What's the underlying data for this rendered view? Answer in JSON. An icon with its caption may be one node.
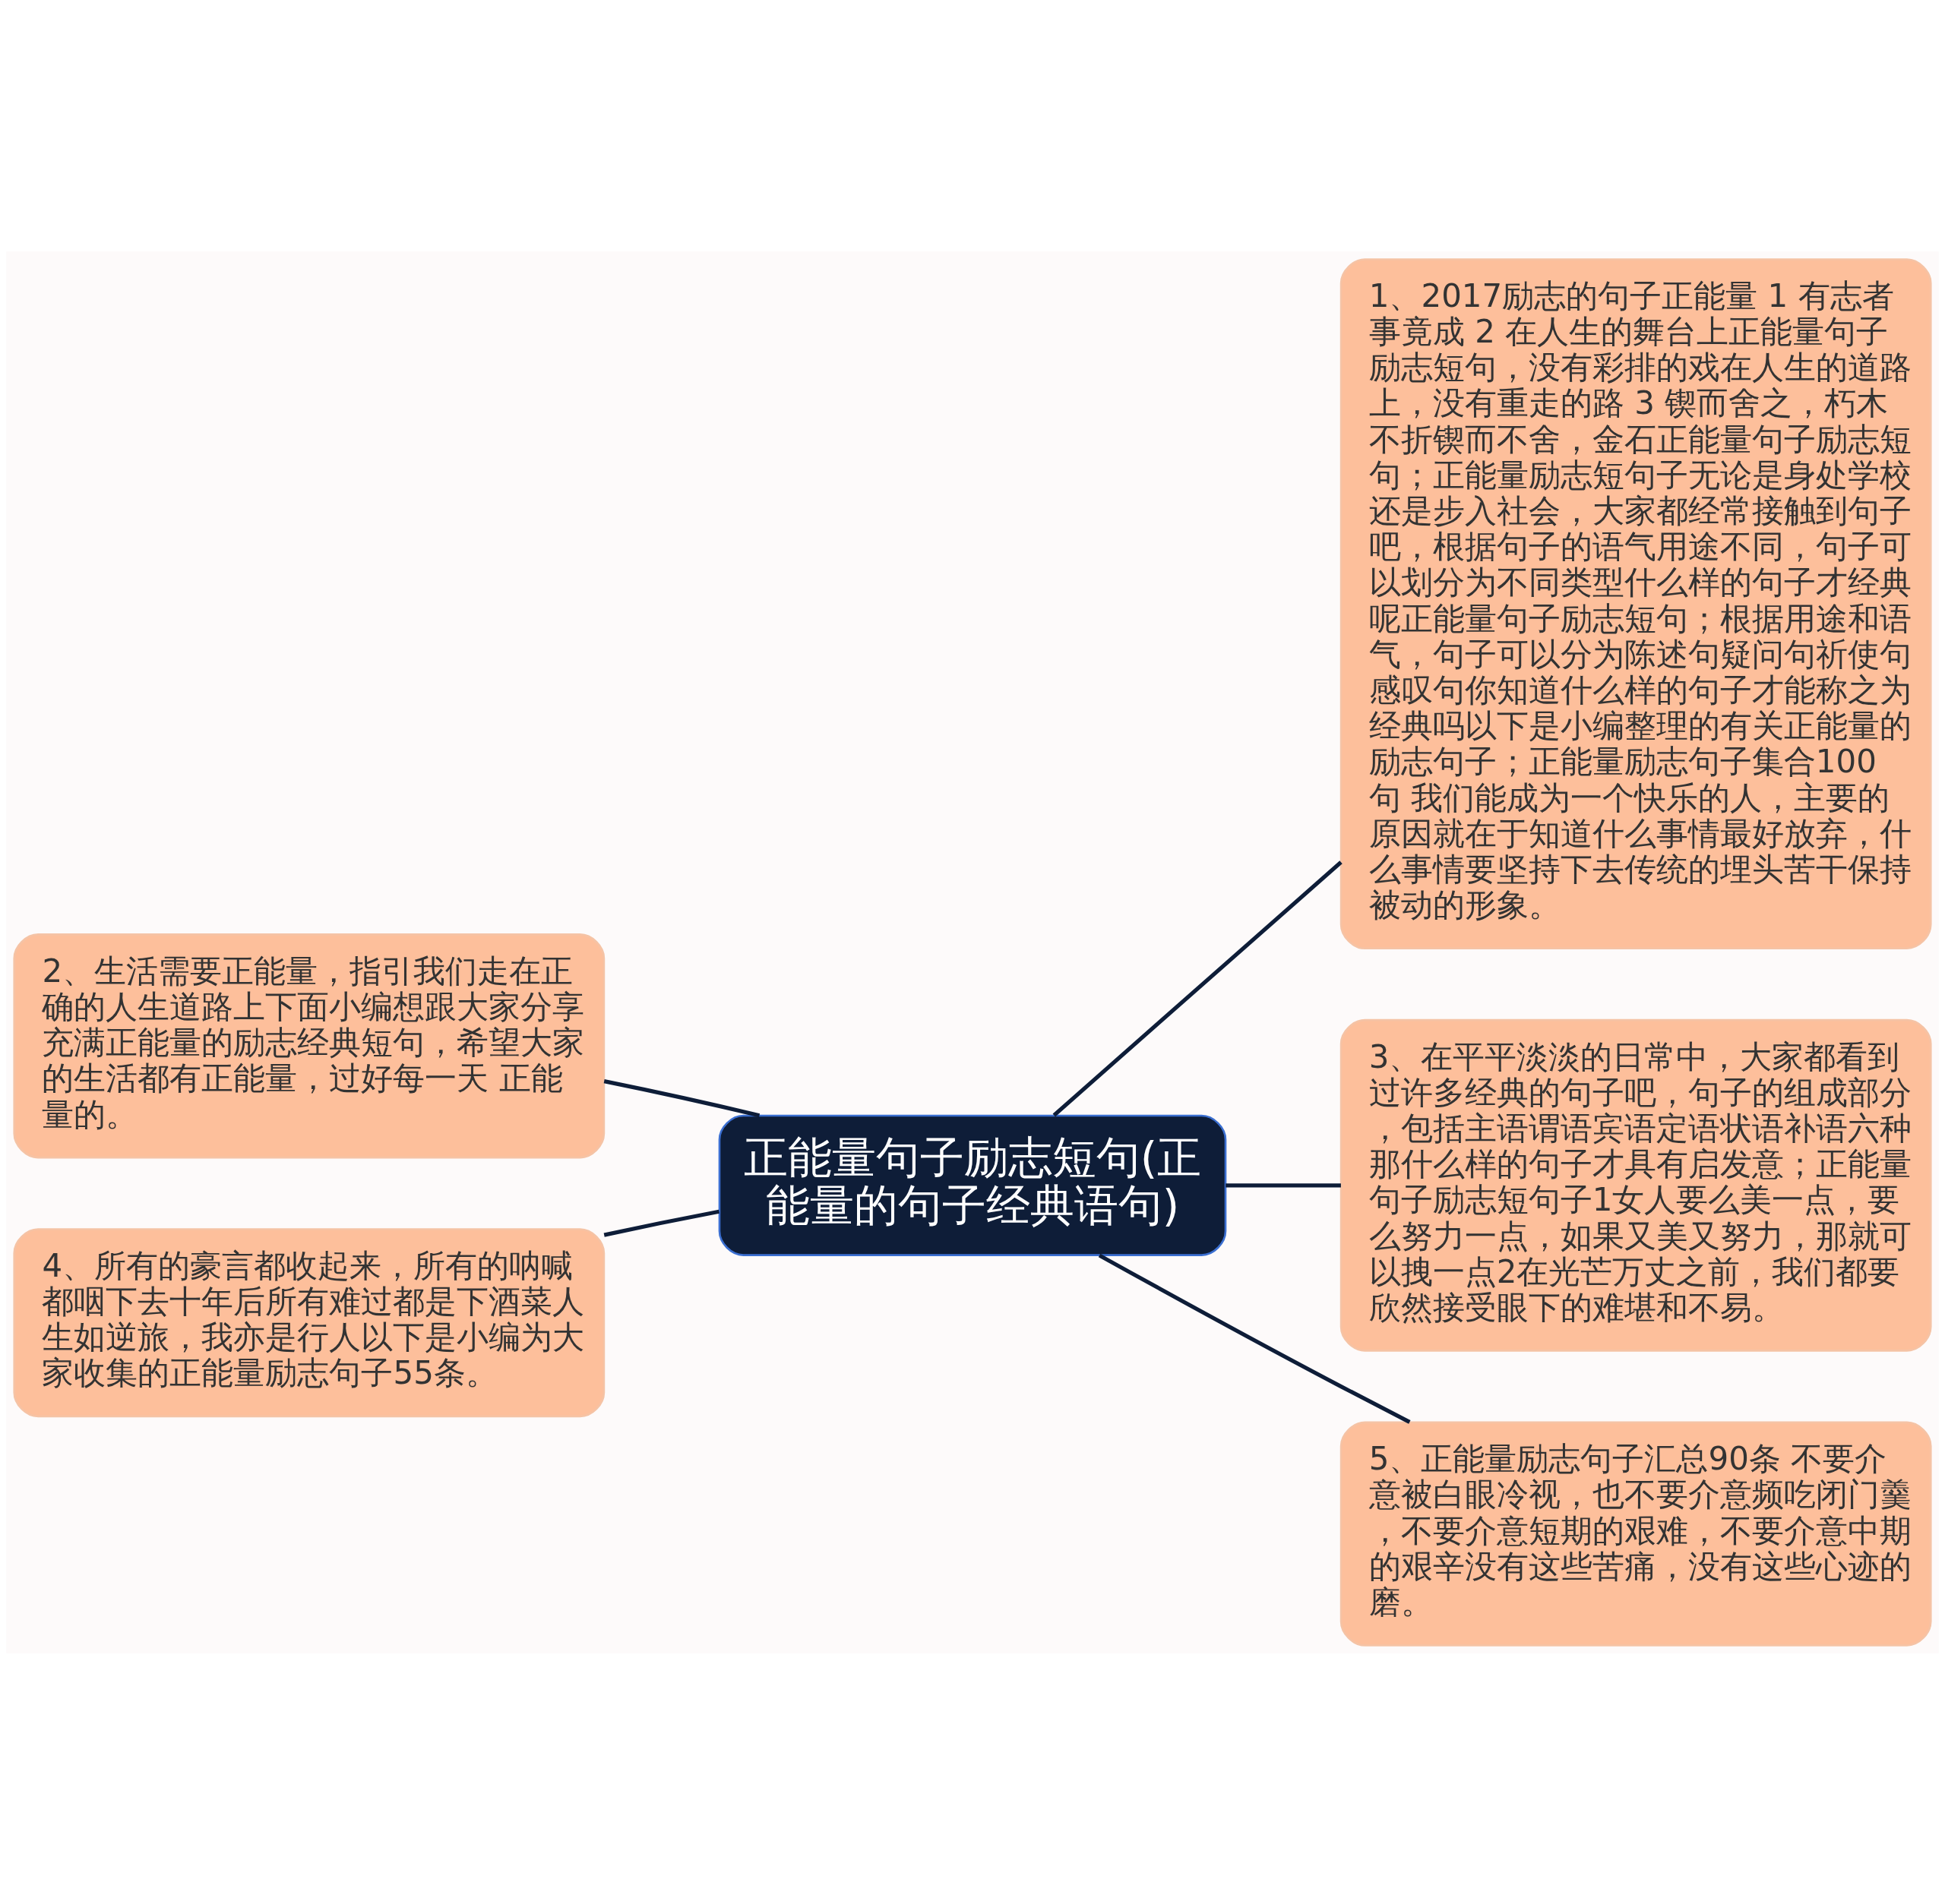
{
  "diagram": {
    "nodes": [
      {
        "text": [
          "正能量句子励志短句(正能量的句子经典语句)"
        ]
      },
      {
        "text": [
          "1、2017励志的句子正能量 1 有志者事竟成 2 在人生的舞台上正能量句子励志短句，没有彩排的戏在人生的道路上，没有重走的路 3 锲而舍之，朽木不折锲而不舍，金石正能量句子励志短句；正能量励志短句子无论是身处学校还是步入社会，大家都经常接触到句子吧，根据句子的语气用途不同，句子可以划分为不同类型什么样的句子才经典呢正能量句子励志短句；根据用途和语气，句子可以分为陈述句疑问句祈使句感叹句你知道什么样的句子才能称之为经典吗以下是小编整理的有关正能量的励志句子；正能量励志句子集合100句 我们能成为一个快乐的人，主要的原因就在于知道什么事情最好放弃，什么事情要坚持下去传统的埋头苦干保持被动的形象。"
        ]
      },
      {
        "text": [
          "2、生活需要正能量，指引我们走在正确的人生道路上下面小编想跟大家分享充满正能量的励志经典短句，希望大家的生活都有正能量，过好每一天 正能量的。"
        ]
      },
      {
        "text": [
          "3、在平平淡淡的日常中，大家都看到过许多经典的句子吧，句子的组成部分，包括主语谓语宾语定语状语补语六种那什么样的句子才具有启发意；正能量句子励志短句子1女人要么美一点，要么努力一点，如果又美又努力，那就可以拽一点2在光芒万丈之前，我们都要欣然接受眼下的难堪和不易。"
        ]
      },
      {
        "text": [
          "4、所有的豪言都收起来，所有的呐喊都咽下去十年后所有难过都是下酒菜人生如逆旅，我亦是行人以下是小编为大家收集的正能量励志句子55条。"
        ]
      },
      {
        "text": [
          "5、正能量励志句子汇总90条 不要介意被白眼冷视，也不要介意频吃闭门羹，不要介意短期的艰难，不要介意中期的艰辛没有这些苦痛，没有这些心迹的磨。"
        ]
      }
    ],
    "edges": [
      {
        "from": 0,
        "to": 1,
        "arrow": "none"
      },
      {
        "from": 0,
        "to": 2,
        "arrow": "none"
      },
      {
        "from": 0,
        "to": 3,
        "arrow": "none"
      },
      {
        "from": 0,
        "to": 4,
        "arrow": "none"
      },
      {
        "from": 0,
        "to": 5,
        "arrow": "none"
      }
    ]
  }
}
